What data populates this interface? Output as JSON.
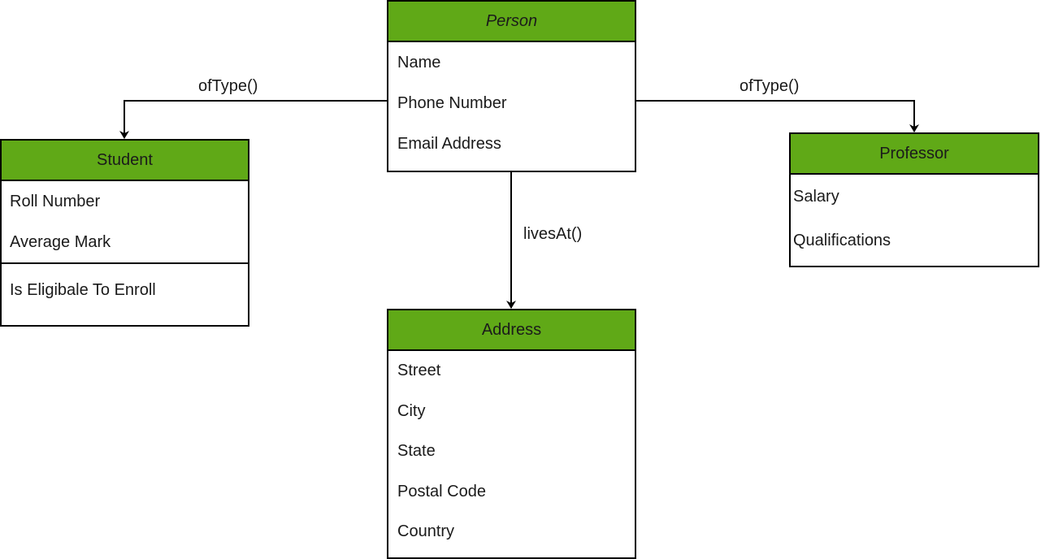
{
  "colors": {
    "header_fill": "#60a917",
    "border": "#000000",
    "line": "#000000"
  },
  "classes": {
    "person": {
      "name": "Person",
      "attributes": [
        "Name",
        "Phone Number",
        "Email Address"
      ]
    },
    "student": {
      "name": "Student",
      "attributes": [
        "Roll Number",
        "Average Mark"
      ],
      "operations": [
        "Is Eligibale To Enroll"
      ]
    },
    "professor": {
      "name": "Professor",
      "attributes": [
        "Salary",
        "Qualifications"
      ]
    },
    "address": {
      "name": "Address",
      "attributes": [
        "Street",
        "City",
        "State",
        "Postal Code",
        "Country"
      ]
    }
  },
  "relationships": [
    {
      "from": "person",
      "to": "student",
      "label": "ofType()"
    },
    {
      "from": "person",
      "to": "professor",
      "label": "ofType()"
    },
    {
      "from": "person",
      "to": "address",
      "label": "livesAt()"
    }
  ]
}
